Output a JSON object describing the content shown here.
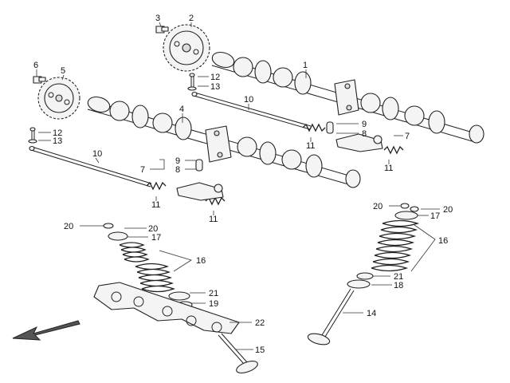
{
  "callouts": [
    {
      "id": "c1",
      "text": "1"
    },
    {
      "id": "c2",
      "text": "2"
    },
    {
      "id": "c3",
      "text": "3"
    },
    {
      "id": "c4",
      "text": "4"
    },
    {
      "id": "c5",
      "text": "5"
    },
    {
      "id": "c6",
      "text": "6"
    },
    {
      "id": "c7a",
      "text": "7"
    },
    {
      "id": "c7b",
      "text": "7"
    },
    {
      "id": "c8a",
      "text": "8"
    },
    {
      "id": "c8b",
      "text": "8"
    },
    {
      "id": "c9a",
      "text": "9"
    },
    {
      "id": "c9b",
      "text": "9"
    },
    {
      "id": "c10a",
      "text": "10"
    },
    {
      "id": "c10b",
      "text": "10"
    },
    {
      "id": "c11a",
      "text": "11"
    },
    {
      "id": "c11b",
      "text": "11"
    },
    {
      "id": "c11c",
      "text": "11"
    },
    {
      "id": "c11d",
      "text": "11"
    },
    {
      "id": "c12a",
      "text": "12"
    },
    {
      "id": "c12b",
      "text": "12"
    },
    {
      "id": "c13a",
      "text": "13"
    },
    {
      "id": "c13b",
      "text": "13"
    },
    {
      "id": "c14",
      "text": "14"
    },
    {
      "id": "c15",
      "text": "15"
    },
    {
      "id": "c16a",
      "text": "16"
    },
    {
      "id": "c16b",
      "text": "16"
    },
    {
      "id": "c17a",
      "text": "17"
    },
    {
      "id": "c17b",
      "text": "17"
    },
    {
      "id": "c18",
      "text": "18"
    },
    {
      "id": "c19",
      "text": "19"
    },
    {
      "id": "c20a",
      "text": "20"
    },
    {
      "id": "c20b",
      "text": "20"
    },
    {
      "id": "c20c",
      "text": "20"
    },
    {
      "id": "c20d",
      "text": "20"
    },
    {
      "id": "c21a",
      "text": "21"
    },
    {
      "id": "c21b",
      "text": "21"
    },
    {
      "id": "c22",
      "text": "22"
    }
  ]
}
